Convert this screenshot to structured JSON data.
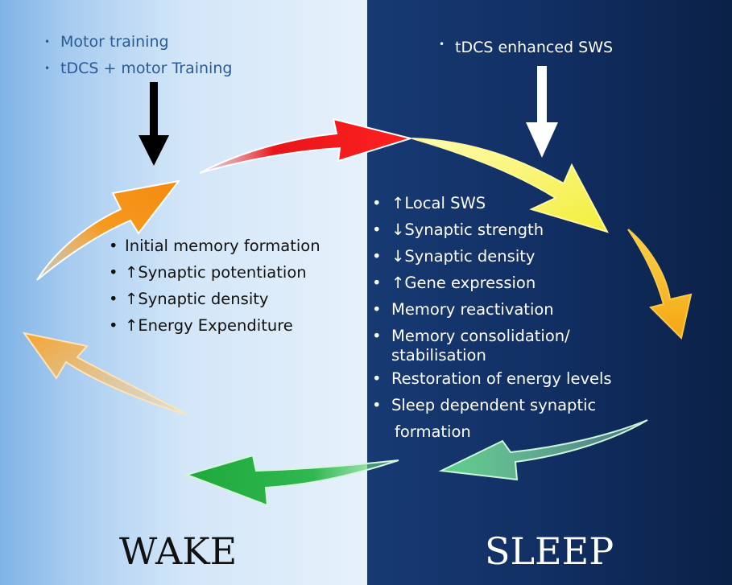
{
  "wake": {
    "label": "WAKE",
    "inputs": [
      "Motor training",
      "tDCS + motor Training"
    ],
    "effects": [
      "Initial memory formation",
      "↑Synaptic potentiation",
      "↑Synaptic density",
      "↑Energy Expenditure"
    ]
  },
  "sleep": {
    "label": "SLEEP",
    "inputs": [
      "tDCS enhanced SWS"
    ],
    "effects": [
      "↑Local SWS",
      "↓Synaptic strength",
      "↓Synaptic density",
      "↑Gene expression",
      "Memory reactivation",
      [
        "Memory consolidation/",
        "stabilisation"
      ],
      "Restoration of energy levels",
      [
        "Sleep dependent synaptic",
        "formation"
      ]
    ]
  },
  "colors": {
    "wake_arrow_orange": "#f59a1e",
    "wake_arrow_light_orange": "#f8b24a",
    "transition_arrow_red": "#e8161a",
    "sleep_arrow_yellow": "#f2ee3a",
    "sleep_arrow_gold": "#f5b21c",
    "sleep_arrow_green": "#5fcf8a",
    "wake_arrow_green": "#1fa83c",
    "input_arrow_wake": "#000000",
    "input_arrow_sleep": "#ffffff"
  }
}
